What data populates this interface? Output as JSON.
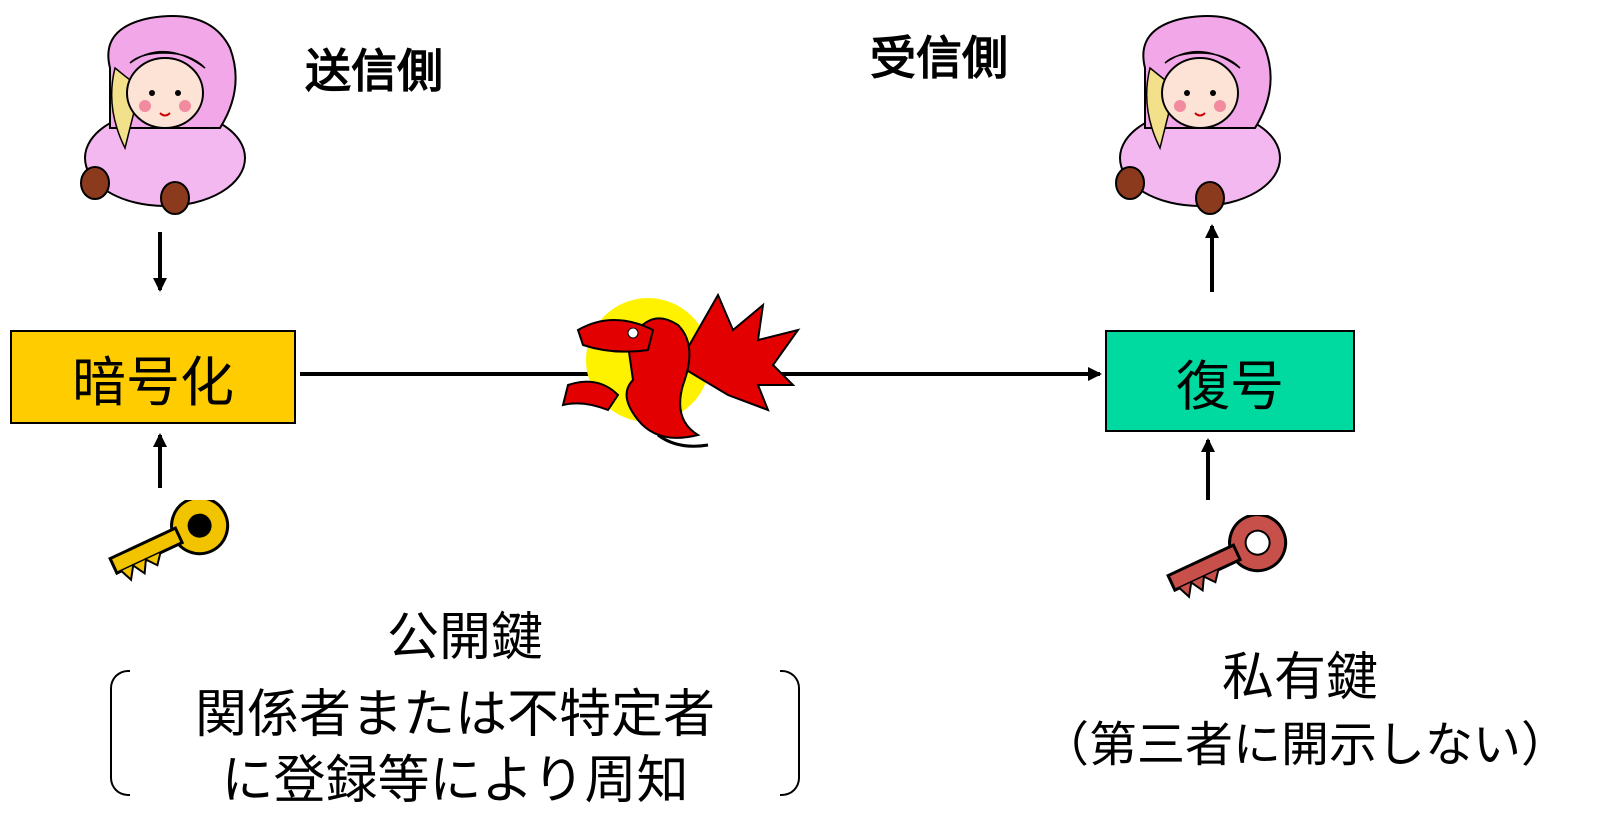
{
  "sender": {
    "label": "送信側"
  },
  "receiver": {
    "label": "受信側"
  },
  "encrypt": {
    "label": "暗号化",
    "color": "#FFCC00"
  },
  "decrypt": {
    "label": "復号",
    "color": "#00D9A0"
  },
  "public_key": {
    "title": "公開鍵",
    "note_line1": "関係者または不特定者",
    "note_line2": "に登録等により周知"
  },
  "private_key": {
    "title": "私有鍵",
    "note": "（第三者に開示しない）"
  },
  "icons": {
    "sender_person": "doll-icon",
    "receiver_person": "doll-icon",
    "eavesdropper": "dragon-icon",
    "public_key": "gold-key-icon",
    "private_key": "red-key-icon"
  }
}
